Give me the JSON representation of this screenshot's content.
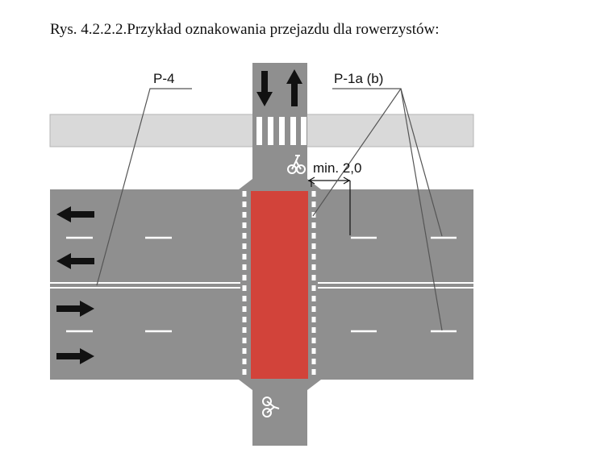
{
  "caption": "Rys. 4.2.2.2.Przykład oznakowania przejazdu dla rowerzystów:",
  "labels": {
    "sign_left": "P-4",
    "sign_right": "P-1a (b)",
    "dimension": "min. 2,0"
  },
  "colors": {
    "road": "#8f8f8f",
    "sidewalk": "#d9d9d9",
    "crossing": "#d2433a",
    "marking": "#ffffff",
    "arrow": "#111111",
    "leader": "#555555"
  },
  "icons": [
    "bicycle-icon",
    "arrow-down-icon",
    "arrow-up-icon",
    "arrow-left-icon",
    "arrow-right-icon"
  ]
}
